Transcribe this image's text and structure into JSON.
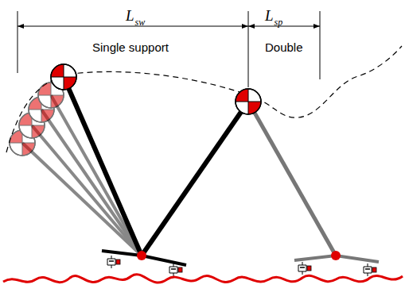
{
  "diagram": {
    "labels": [
      "L",
      "sw",
      "L",
      "sp",
      "Single support",
      "Double"
    ]
  }
}
